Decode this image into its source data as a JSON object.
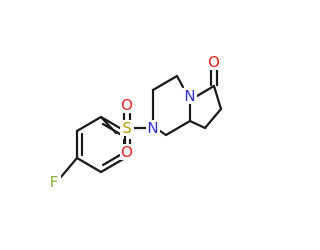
{
  "atoms": {
    "fluorine": {
      "symbol": "F",
      "color": "#8db33f"
    },
    "sulfur": {
      "symbol": "S",
      "color": "#b8a000"
    },
    "oxygen_sulfonyl_top": {
      "symbol": "O",
      "color": "#e8231f"
    },
    "oxygen_sulfonyl_bottom": {
      "symbol": "O",
      "color": "#e8231f"
    },
    "nitrogen_ring_left": {
      "symbol": "N",
      "color": "#2f2fd6"
    },
    "nitrogen_ring_fused": {
      "symbol": "N",
      "color": "#2f2fd6"
    },
    "oxygen_carbonyl": {
      "symbol": "O",
      "color": "#e8231f"
    }
  },
  "bond_color": "#1a1a1a"
}
